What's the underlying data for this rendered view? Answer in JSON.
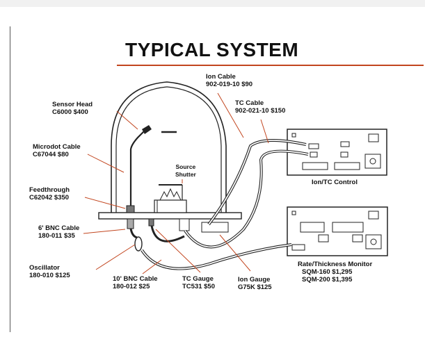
{
  "title": "TYPICAL SYSTEM",
  "labels": {
    "ion_cable": {
      "line1": "Ion Cable",
      "line2": "902-019-10 $90"
    },
    "tc_cable": {
      "line1": "TC Cable",
      "line2": "902-021-10 $150"
    },
    "sensor_head": {
      "line1": "Sensor Head",
      "line2": "C6000   $400"
    },
    "microdot_cable": {
      "line1": "Microdot Cable",
      "line2": "C67044   $80"
    },
    "feedthrough": {
      "line1": "Feedthrough",
      "line2": "C62042   $350"
    },
    "bnc_6ft": {
      "line1": "6' BNC Cable",
      "line2": "180-011   $35"
    },
    "oscillator": {
      "line1": "Oscillator",
      "line2": "180-010   $125"
    },
    "bnc_10ft": {
      "line1": "10' BNC Cable",
      "line2": "180-012  $25"
    },
    "tc_gauge": {
      "line1": "TC Gauge",
      "line2": "TC531 $50"
    },
    "ion_gauge": {
      "line1": "Ion Gauge",
      "line2": "G75K $125"
    },
    "source_shutter": {
      "line1": "Source",
      "line2": "Shutter"
    },
    "ion_tc_control": "Ion/TC Control",
    "rate_monitor": {
      "line1": "Rate/Thickness Monitor",
      "line2": "SQM-160   $1,295",
      "line3": "SQM-200   $1,395"
    }
  }
}
